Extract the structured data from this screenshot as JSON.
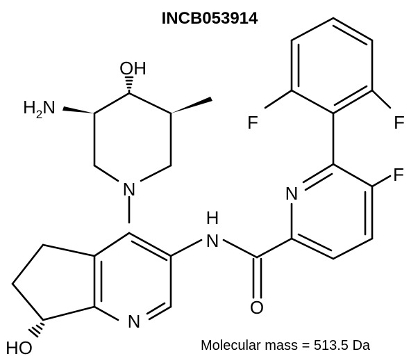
{
  "title": "INCB053914",
  "molecular_mass": "Molecular mass = 513.5 Da",
  "atoms": {
    "oh_top": "OH",
    "h2n_h": "H",
    "h2n_sub": "2",
    "h2n_n": "N",
    "n_piperidine": "N",
    "f_left": "F",
    "f_right": "F",
    "n_pyridine_right": "N",
    "f_pyridine": "F",
    "h_amide": "H",
    "n_amide": "N",
    "o_carbonyl": "O",
    "n_pyridine_left": "N",
    "oh_bottom": "HO"
  }
}
